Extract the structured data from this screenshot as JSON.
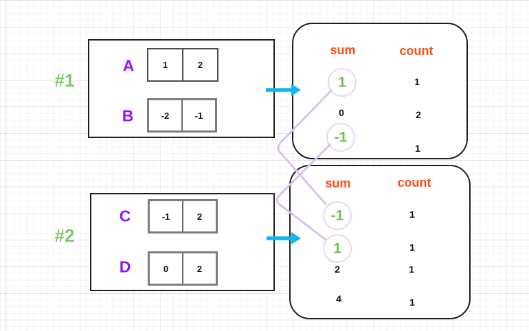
{
  "colors": {
    "example_label_green": "#7ec96a",
    "array_letter_purple": "#9013fe",
    "table_header_orange": "#fb4e12",
    "highlight_value_green": "#6cc24a",
    "arrow_cyan": "#14b4f1",
    "connector_lavender": "#d9c3ea",
    "highlight_circle_lavender": "#e6d7f3"
  },
  "examples": [
    {
      "id": "#1",
      "arrays": [
        {
          "name": "A",
          "values": [
            "1",
            "2"
          ]
        },
        {
          "name": "B",
          "values": [
            "-2",
            "-1"
          ]
        }
      ],
      "table": {
        "sum_header": "sum",
        "count_header": "count",
        "rows": [
          {
            "sum": "1",
            "count": "1",
            "highlighted": true
          },
          {
            "sum": "0",
            "count": "2",
            "highlighted": false
          },
          {
            "sum": "-1",
            "count": "1",
            "highlighted": true
          }
        ]
      }
    },
    {
      "id": "#2",
      "arrays": [
        {
          "name": "C",
          "values": [
            "-1",
            "2"
          ]
        },
        {
          "name": "D",
          "values": [
            "0",
            "2"
          ]
        }
      ],
      "table": {
        "sum_header": "sum",
        "count_header": "count",
        "rows": [
          {
            "sum": "-1",
            "count": "1",
            "highlighted": true
          },
          {
            "sum": "1",
            "count": "1",
            "highlighted": true
          },
          {
            "sum": "2",
            "count": "1",
            "highlighted": false
          },
          {
            "sum": "4",
            "count": "1",
            "highlighted": false
          }
        ]
      }
    }
  ],
  "connections": [
    {
      "from_example": "#1",
      "from_sum": "1",
      "to_example": "#2",
      "to_sum": "-1"
    },
    {
      "from_example": "#1",
      "from_sum": "-1",
      "to_example": "#2",
      "to_sum": "1"
    }
  ]
}
